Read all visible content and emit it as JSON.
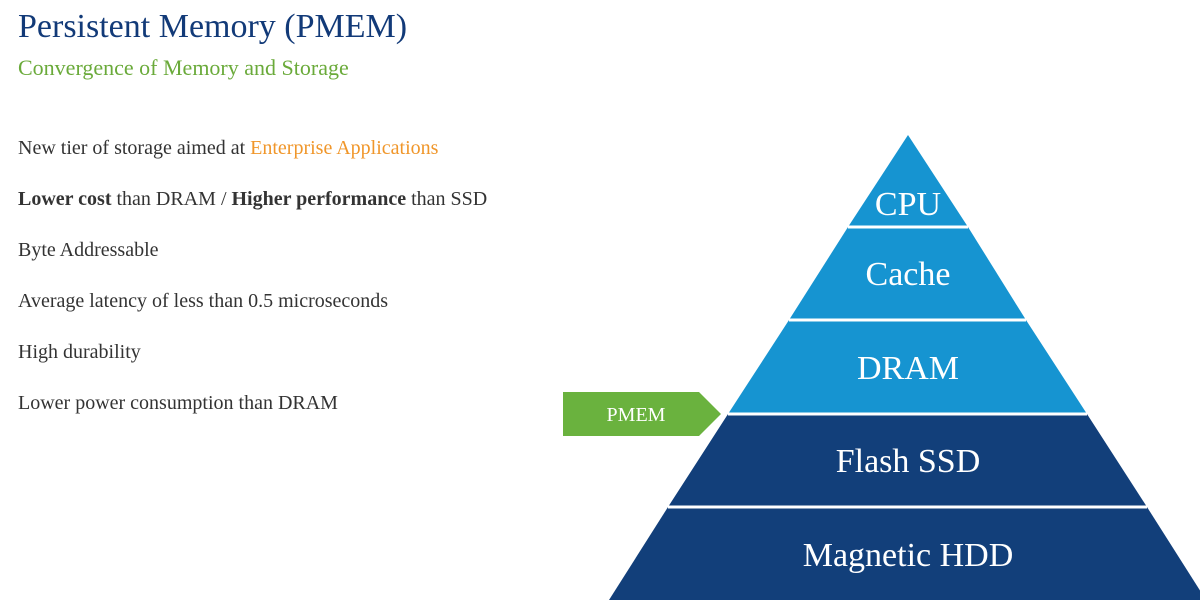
{
  "header": {
    "title": "Persistent Memory (PMEM)",
    "subtitle": "Convergence of Memory and Storage"
  },
  "bullets": [
    {
      "pre": "New tier of storage aimed at ",
      "accent": "Enterprise Applications"
    },
    {
      "bold1": "Lower cost",
      "mid": " than DRAM / ",
      "bold2": "Higher performance",
      "post": " than SSD"
    },
    {
      "text": "Byte Addressable"
    },
    {
      "text": "Average latency of less than 0.5 microseconds"
    },
    {
      "text": "High durability"
    },
    {
      "text": "Lower power consumption than DRAM"
    }
  ],
  "pyramid": {
    "tiers": [
      {
        "label": "CPU",
        "color": "#1694d1"
      },
      {
        "label": "Cache",
        "color": "#1694d1"
      },
      {
        "label": "DRAM",
        "color": "#1694d1"
      },
      {
        "label": "Flash SSD",
        "color": "#123f7a"
      },
      {
        "label": "Magnetic HDD",
        "color": "#123f7a"
      }
    ],
    "pointer": {
      "label": "PMEM",
      "color": "#6ab23e"
    }
  },
  "colors": {
    "title": "#123a78",
    "subtitle": "#6aaa3a",
    "accent": "#f0962a",
    "body_text": "#333333"
  }
}
